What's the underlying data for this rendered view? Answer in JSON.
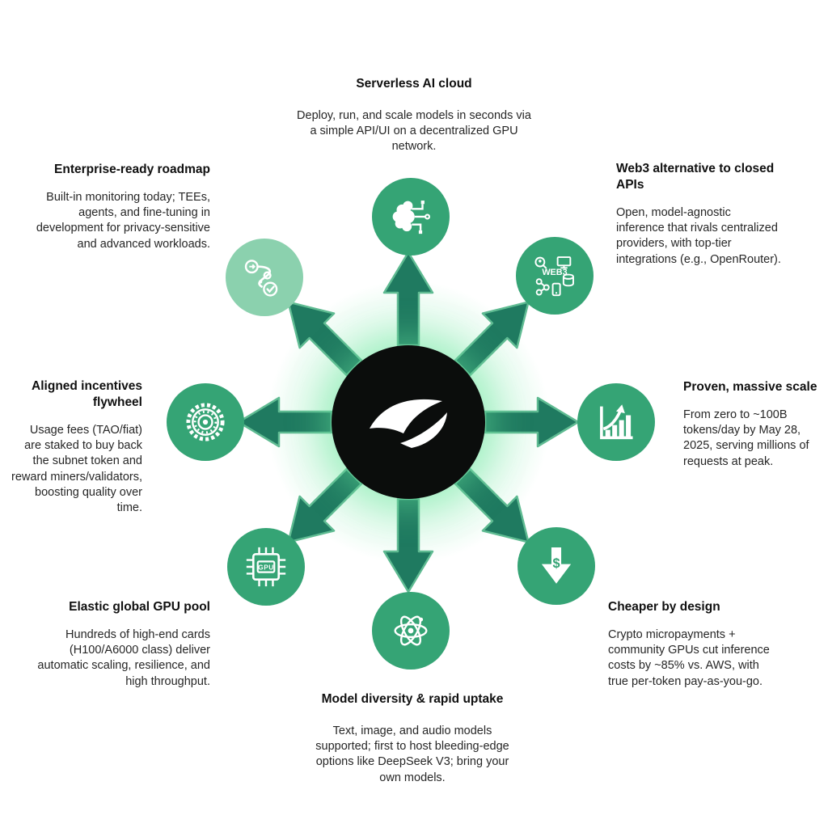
{
  "colors": {
    "arrow_fill": "#1f7a60",
    "arrow_stroke": "#5fbb92",
    "node_green": "#35a475",
    "node_light_green": "#8bd1ae",
    "hub_black": "#0b0d0c",
    "glow_green": "#6ee7a0",
    "heading_text": "#101010",
    "body_text": "#262626"
  },
  "center": {
    "logo": "swoosh-logo-icon"
  },
  "icons": {
    "web3_label": "WEB3",
    "gpu_label": "GPU",
    "dollar_glyph": "$"
  },
  "nodes": [
    {
      "position": "top",
      "icon": "brain-circuit-icon",
      "title": "Serverless AI cloud",
      "body": "Deploy, run, and scale models in seconds via a simple API/UI on a decentralized GPU network."
    },
    {
      "position": "top-right",
      "icon": "web3-network-icon",
      "title": "Web3 alternative to closed APIs",
      "body": "Open, model-agnostic inference that rivals centralized providers, with top-tier integrations (e.g., OpenRouter)."
    },
    {
      "position": "right",
      "icon": "growth-chart-icon",
      "title": "Proven, massive scale",
      "body": "From zero to ~100B tokens/day by May 28, 2025, serving millions of requests at peak."
    },
    {
      "position": "bottom-right",
      "icon": "dollar-down-arrow-icon",
      "title": "Cheaper by design",
      "body": "Crypto micropayments + community GPUs cut inference costs by ~85% vs. AWS, with true per-token pay-as-you-go."
    },
    {
      "position": "bottom",
      "icon": "atom-icon",
      "title": "Model diversity & rapid uptake",
      "body": "Text, image, and audio models supported; first to host bleeding-edge options like DeepSeek V3; bring your own models."
    },
    {
      "position": "bottom-left",
      "icon": "gpu-chip-icon",
      "title": "Elastic global GPU pool",
      "body": "Hundreds of high-end cards (H100/A6000 class) deliver automatic scaling, resilience, and high throughput."
    },
    {
      "position": "left",
      "icon": "flywheel-gear-icon",
      "title": "Aligned incentives flywheel",
      "body": "Usage fees (TAO/fiat) are staked to buy back the subnet token and reward miners/validators, boosting quality over time."
    },
    {
      "position": "top-left",
      "icon": "roadmap-path-icon",
      "title": "Enterprise-ready roadmap",
      "body": "Built-in monitoring today; TEEs, agents, and fine-tuning in development for privacy-sensitive and advanced workloads."
    }
  ]
}
